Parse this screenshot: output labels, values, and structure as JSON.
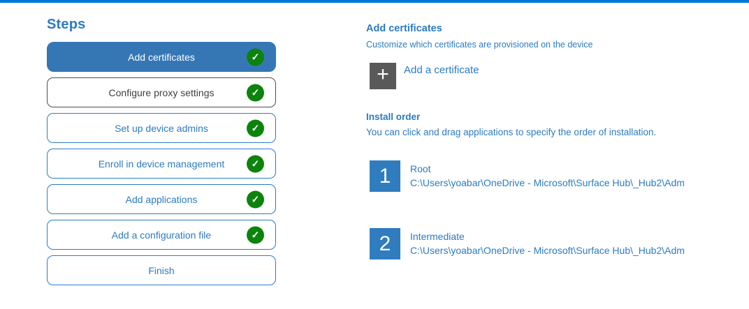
{
  "colors": {
    "top_bar": "#0078d7",
    "accent_text": "#2b7bc4",
    "active_step_fill": "#3577b5",
    "check_green": "#0c830c",
    "neutral_step_border": "#4d4d4d",
    "plus_button_gray": "#595959",
    "order_number_fill": "#2f7cbf"
  },
  "icons": {
    "check": "✓",
    "plus": "+"
  },
  "steps_panel": {
    "title": "Steps",
    "steps": [
      {
        "label": "Add certificates",
        "state": "active",
        "checked": true
      },
      {
        "label": "Configure proxy settings",
        "state": "neutral",
        "checked": true
      },
      {
        "label": "Set up device admins",
        "state": "done",
        "checked": true
      },
      {
        "label": "Enroll in device management",
        "state": "done",
        "checked": true
      },
      {
        "label": "Add applications",
        "state": "done",
        "checked": true
      },
      {
        "label": "Add a configuration file",
        "state": "done",
        "checked": true
      },
      {
        "label": "Finish",
        "state": "pending",
        "checked": false
      }
    ]
  },
  "detail": {
    "title": "Add certificates",
    "subtitle": "Customize which certificates are provisioned on the device",
    "add_button_label": "Add a certificate",
    "install_order": {
      "title": "Install order",
      "description": "You can click and drag applications to specify the order of installation.",
      "items": [
        {
          "number": "1",
          "name": "Root",
          "path": "C:\\Users\\yoabar\\OneDrive - Microsoft\\Surface Hub\\_Hub2\\Adm"
        },
        {
          "number": "2",
          "name": "Intermediate",
          "path": "C:\\Users\\yoabar\\OneDrive - Microsoft\\Surface Hub\\_Hub2\\Adm"
        }
      ]
    }
  }
}
